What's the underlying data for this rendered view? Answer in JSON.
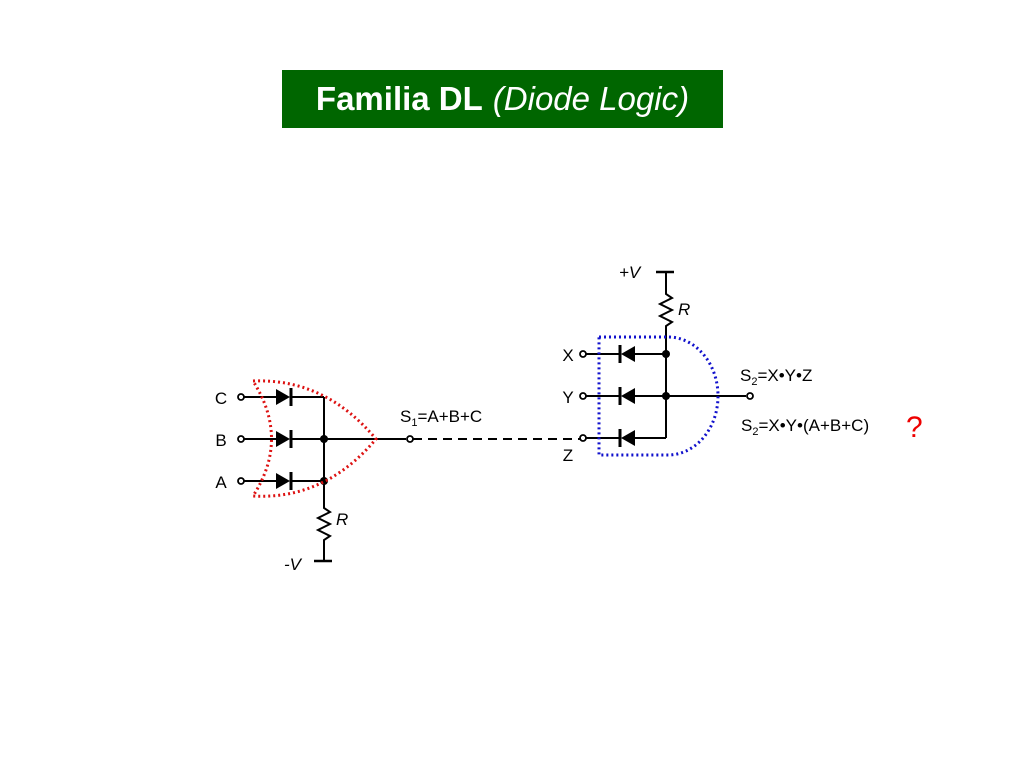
{
  "title": {
    "main": "Familia DL",
    "sub": "(Diode Logic)"
  },
  "or_gate": {
    "inputs": [
      "C",
      "B",
      "A"
    ],
    "resistor_label": "R",
    "supply_label": "-V",
    "output_label": {
      "base": "S",
      "subscript": "1",
      "rest": "=A+B+C"
    }
  },
  "and_gate": {
    "inputs": [
      "X",
      "Y",
      "Z"
    ],
    "resistor_label": "R",
    "supply_label": "+V",
    "output_label": {
      "base": "S",
      "subscript": "2",
      "rest": "=X•Y•Z"
    }
  },
  "question": {
    "label": {
      "base": "S",
      "subscript": "2",
      "rest": "=X•Y•(A+B+C)"
    },
    "mark": "?"
  },
  "colors": {
    "title_bg": "#006600",
    "title_text": "#ffffff",
    "or_outline": "#dd1111",
    "and_outline": "#1111cc",
    "wire": "#000000",
    "question_mark": "#ee0000"
  }
}
